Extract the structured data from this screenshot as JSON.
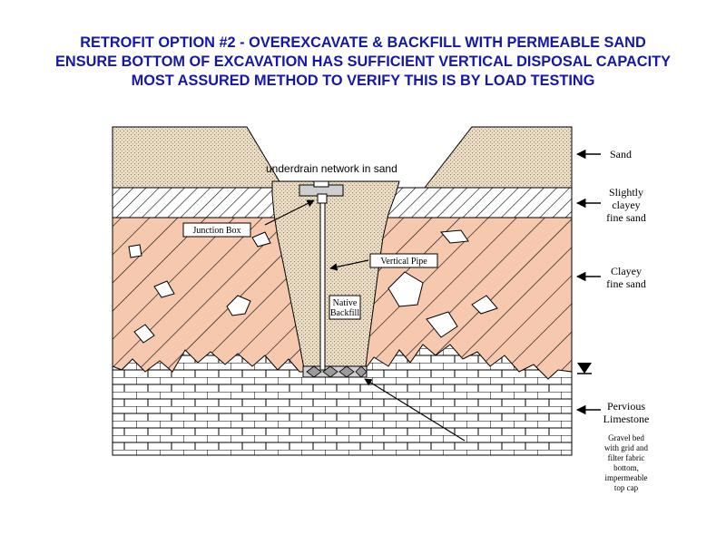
{
  "titles": [
    "RETROFIT OPTION #2 - OVEREXCAVATE & BACKFILL WITH PERMEABLE SAND",
    "ENSURE BOTTOM OF EXCAVATION HAS SUFFICIENT VERTICAL DISPOSAL CAPACITY",
    "MOST ASSURED METHOD TO VERIFY THIS IS BY LOAD TESTING"
  ],
  "labels": {
    "underdrain": "underdrain network in sand",
    "junction_box": "Junction Box",
    "vertical_pipe": "Vertical Pipe",
    "backfill": [
      "Native",
      "Backfill"
    ],
    "sand": "Sand",
    "slightly_clayey": [
      "Slightly",
      "clayey",
      "fine sand"
    ],
    "clayey": [
      "Clayey",
      "fine sand"
    ],
    "pervious": [
      "Pervious",
      "Limestone"
    ],
    "gravel_bed": [
      "Gravel bed",
      "with grid and",
      "filter fabric",
      "bottom,",
      "impermeable",
      "top cap"
    ]
  },
  "colors": {
    "title": "#1418a8",
    "clay_fill": "#f6c8ae",
    "sand_fill": "#eadcc4",
    "limestone_fill": "#ffffff"
  }
}
